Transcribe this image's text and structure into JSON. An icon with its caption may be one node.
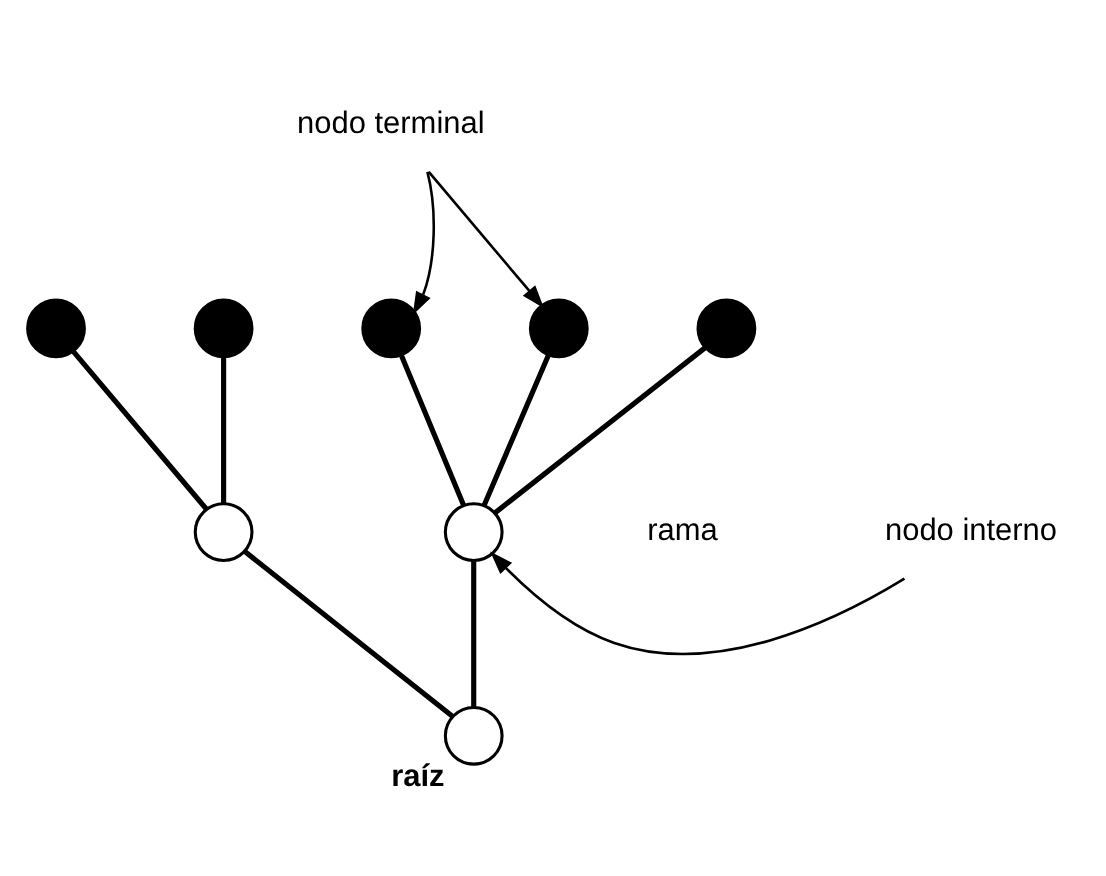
{
  "diagram": {
    "nodes": [
      {
        "text": [
          "nodo terminal"
        ]
      },
      {
        "text": [],
        "shape": "circle"
      },
      {
        "text": [],
        "shape": "circle"
      },
      {
        "text": [],
        "shape": "circle"
      },
      {
        "text": [],
        "shape": "circle"
      },
      {
        "text": [],
        "shape": "circle"
      },
      {
        "text": [
          "nodo interno"
        ]
      },
      {
        "text": [],
        "shape": "circle"
      },
      {
        "text": [],
        "shape": "circle"
      },
      {
        "text": [],
        "shape": "circle",
        "beside": [
          "raíz"
        ]
      }
    ],
    "edges": [
      {
        "from": 7,
        "to": 1,
        "arrow": "none"
      },
      {
        "from": 7,
        "to": 2,
        "arrow": "none"
      },
      {
        "from": 8,
        "to": 3,
        "arrow": "none"
      },
      {
        "from": 8,
        "to": 4,
        "arrow": "none"
      },
      {
        "from": 8,
        "to": 5,
        "arrow": "none"
      },
      {
        "from": 9,
        "to": 7,
        "arrow": "none"
      },
      {
        "from": 9,
        "to": 8,
        "arrow": "none"
      },
      {
        "from": 0,
        "to": 3,
        "arrow": "to"
      },
      {
        "from": 0,
        "to": 4,
        "arrow": "to"
      },
      {
        "from": 6,
        "to": 8,
        "arrow": "to"
      }
    ],
    "labels": [
      "rama"
    ]
  }
}
